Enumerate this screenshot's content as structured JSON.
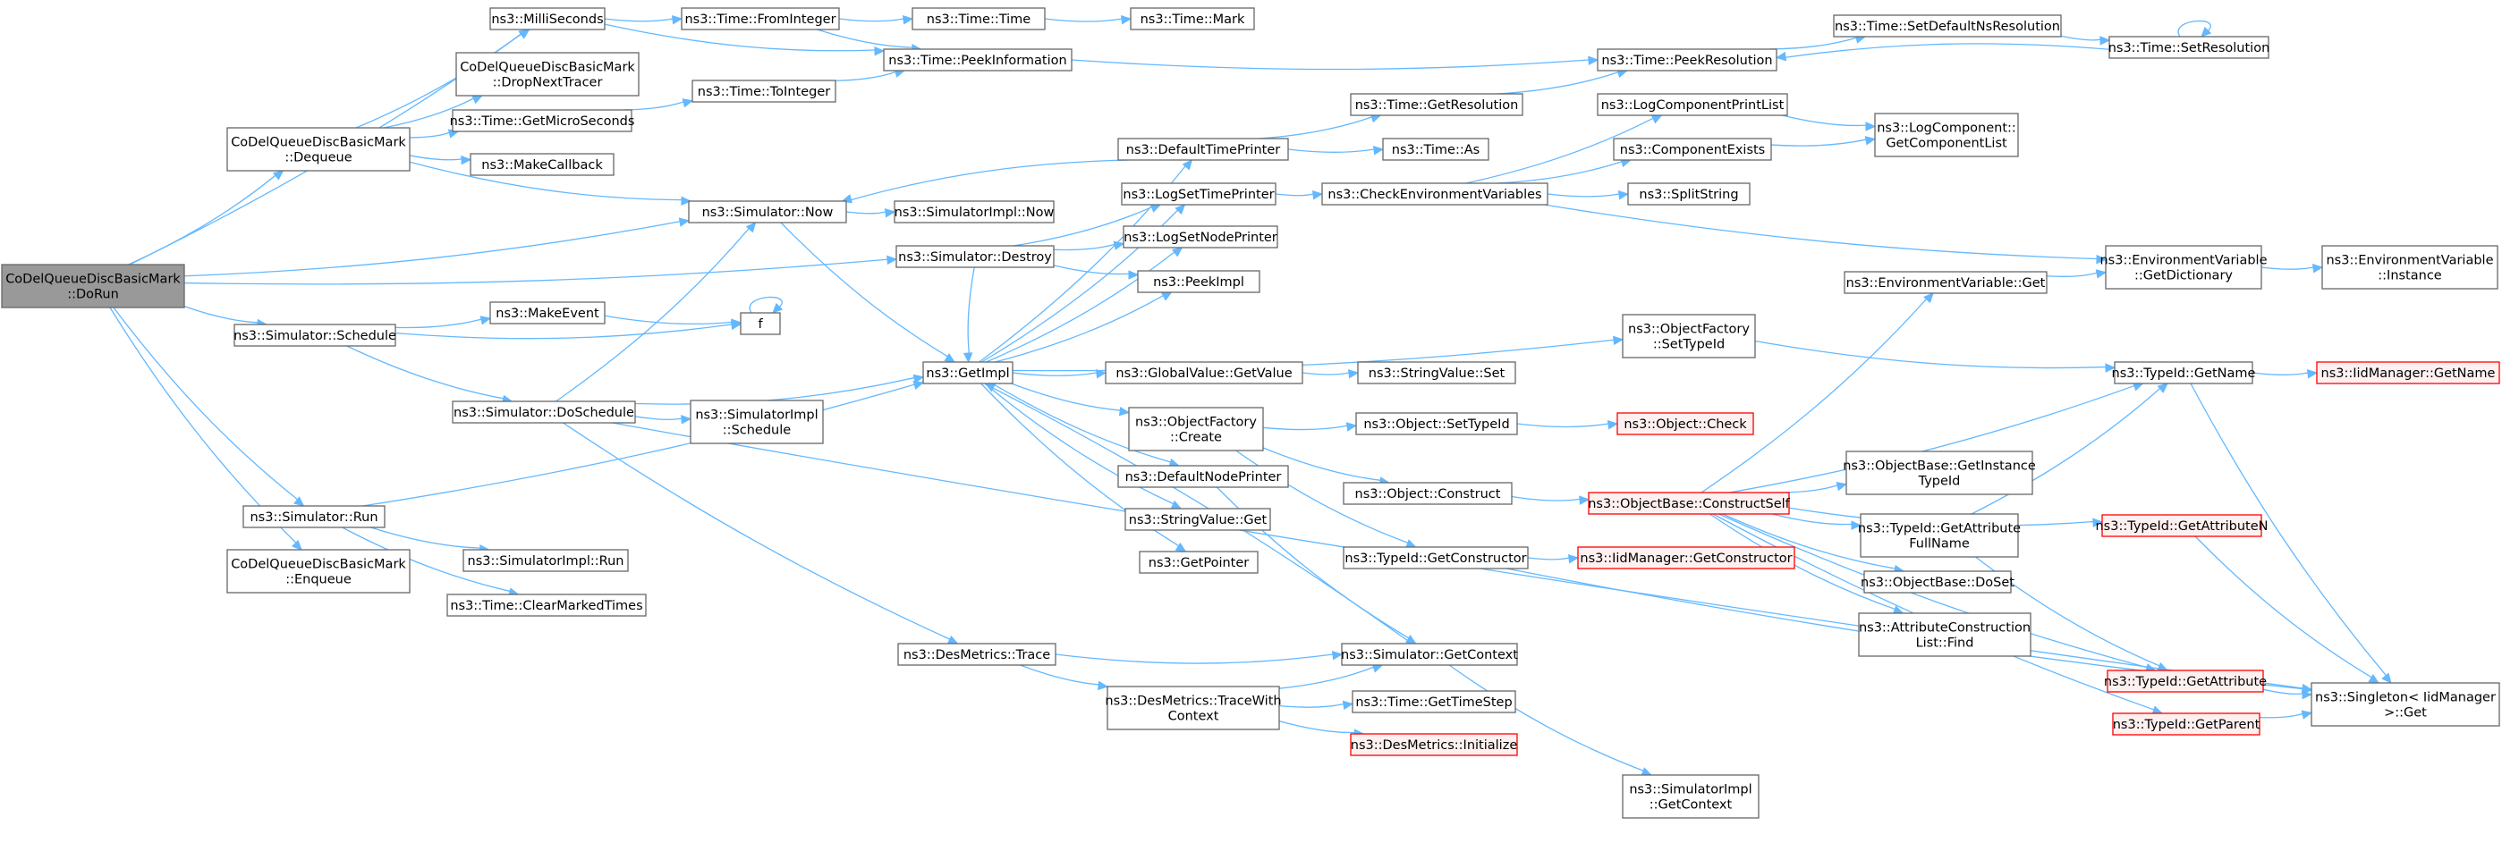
{
  "colors": {
    "edge": "#63b8ff",
    "node_border": "#666666",
    "node_fill": "#ffffff",
    "root_fill": "#999999",
    "root_border": "#666666",
    "truncated_border": "#ff0000",
    "truncated_fill": "#fff0f0"
  },
  "nodes": [
    {
      "id": "n0",
      "lines": [
        "CoDelQueueDiscBasicMark",
        "::DoRun"
      ],
      "style": "root"
    },
    {
      "id": "n1",
      "lines": [
        "ns3::MilliSeconds"
      ]
    },
    {
      "id": "n2",
      "lines": [
        "CoDelQueueDiscBasicMark",
        "::Dequeue"
      ]
    },
    {
      "id": "n3",
      "lines": [
        "ns3::Simulator::Now"
      ]
    },
    {
      "id": "n4",
      "lines": [
        "ns3::Simulator::Destroy"
      ]
    },
    {
      "id": "n5",
      "lines": [
        "ns3::Simulator::Schedule"
      ]
    },
    {
      "id": "n6",
      "lines": [
        "ns3::Simulator::Run"
      ]
    },
    {
      "id": "n7",
      "lines": [
        "CoDelQueueDiscBasicMark",
        "::Enqueue"
      ]
    },
    {
      "id": "n8",
      "lines": [
        "ns3::Time::FromInteger"
      ]
    },
    {
      "id": "n9",
      "lines": [
        "CoDelQueueDiscBasicMark",
        "::DropNextTracer"
      ]
    },
    {
      "id": "n10",
      "lines": [
        "ns3::Time::GetMicroSeconds"
      ]
    },
    {
      "id": "n11",
      "lines": [
        "ns3::MakeCallback"
      ]
    },
    {
      "id": "n12",
      "lines": [
        "ns3::Time::ToInteger"
      ]
    },
    {
      "id": "n13",
      "lines": [
        "ns3::Time::Time"
      ]
    },
    {
      "id": "n14",
      "lines": [
        "ns3::Time::PeekInformation"
      ]
    },
    {
      "id": "n15",
      "lines": [
        "ns3::Time::Mark"
      ]
    },
    {
      "id": "n16",
      "lines": [
        "ns3::SimulatorImpl::Now"
      ]
    },
    {
      "id": "n17",
      "lines": [
        "ns3::GetImpl"
      ]
    },
    {
      "id": "n18",
      "lines": [
        "ns3::MakeEvent"
      ]
    },
    {
      "id": "n19",
      "lines": [
        "f"
      ]
    },
    {
      "id": "n20",
      "lines": [
        "ns3::Simulator::DoSchedule"
      ]
    },
    {
      "id": "n21",
      "lines": [
        "ns3::SimulatorImpl",
        "::Schedule"
      ]
    },
    {
      "id": "n22",
      "lines": [
        "ns3::SimulatorImpl::Run"
      ]
    },
    {
      "id": "n23",
      "lines": [
        "ns3::Time::ClearMarkedTimes"
      ]
    },
    {
      "id": "n24",
      "lines": [
        "ns3::DesMetrics::Trace"
      ]
    },
    {
      "id": "n25",
      "lines": [
        "ns3::DesMetrics::TraceWith",
        "Context"
      ]
    },
    {
      "id": "n26",
      "lines": [
        "ns3::DefaultTimePrinter"
      ]
    },
    {
      "id": "n27",
      "lines": [
        "ns3::LogSetTimePrinter"
      ]
    },
    {
      "id": "n28",
      "lines": [
        "ns3::LogSetNodePrinter"
      ]
    },
    {
      "id": "n29",
      "lines": [
        "ns3::PeekImpl"
      ]
    },
    {
      "id": "n30",
      "lines": [
        "ns3::GlobalValue::GetValue"
      ]
    },
    {
      "id": "n31",
      "lines": [
        "ns3::ObjectFactory",
        "::Create"
      ]
    },
    {
      "id": "n32",
      "lines": [
        "ns3::DefaultNodePrinter"
      ]
    },
    {
      "id": "n33",
      "lines": [
        "ns3::StringValue::Get"
      ]
    },
    {
      "id": "n34",
      "lines": [
        "ns3::GetPointer"
      ]
    },
    {
      "id": "n35",
      "lines": [
        "ns3::Simulator::GetContext"
      ]
    },
    {
      "id": "n36",
      "lines": [
        "ns3::Time::GetTimeStep"
      ]
    },
    {
      "id": "n37",
      "lines": [
        "ns3::DesMetrics::Initialize"
      ],
      "style": "truncated"
    },
    {
      "id": "n38",
      "lines": [
        "ns3::Time::GetResolution"
      ]
    },
    {
      "id": "n39",
      "lines": [
        "ns3::Time::As"
      ]
    },
    {
      "id": "n40",
      "lines": [
        "ns3::CheckEnvironmentVariables"
      ]
    },
    {
      "id": "n41",
      "lines": [
        "ns3::StringValue::Set"
      ]
    },
    {
      "id": "n42",
      "lines": [
        "ns3::Object::SetTypeId"
      ]
    },
    {
      "id": "n43",
      "lines": [
        "ns3::Object::Construct"
      ]
    },
    {
      "id": "n44",
      "lines": [
        "ns3::TypeId::GetConstructor"
      ]
    },
    {
      "id": "n45",
      "lines": [
        "ns3::SimulatorImpl",
        "::GetContext"
      ]
    },
    {
      "id": "n46",
      "lines": [
        "ns3::Time::PeekResolution"
      ]
    },
    {
      "id": "n47",
      "lines": [
        "ns3::LogComponentPrintList"
      ]
    },
    {
      "id": "n48",
      "lines": [
        "ns3::ComponentExists"
      ]
    },
    {
      "id": "n49",
      "lines": [
        "ns3::SplitString"
      ]
    },
    {
      "id": "n50",
      "lines": [
        "ns3::ObjectFactory",
        "::SetTypeId"
      ]
    },
    {
      "id": "n51",
      "lines": [
        "ns3::Object::Check"
      ],
      "style": "truncated"
    },
    {
      "id": "n52",
      "lines": [
        "ns3::ObjectBase::ConstructSelf"
      ],
      "style": "truncated"
    },
    {
      "id": "n53",
      "lines": [
        "ns3::IidManager::GetConstructor"
      ],
      "style": "truncated"
    },
    {
      "id": "n54",
      "lines": [
        "ns3::Time::SetDefaultNsResolution"
      ]
    },
    {
      "id": "n55",
      "lines": [
        "ns3::Time::SetResolution"
      ]
    },
    {
      "id": "n56",
      "lines": [
        "ns3::LogComponent::",
        "GetComponentList"
      ]
    },
    {
      "id": "n57",
      "lines": [
        "ns3::EnvironmentVariable::Get"
      ]
    },
    {
      "id": "n58",
      "lines": [
        "ns3::EnvironmentVariable",
        "::GetDictionary"
      ]
    },
    {
      "id": "n59",
      "lines": [
        "ns3::EnvironmentVariable",
        "::Instance"
      ]
    },
    {
      "id": "n60",
      "lines": [
        "ns3::TypeId::GetName"
      ]
    },
    {
      "id": "n61",
      "lines": [
        "ns3::IidManager::GetName"
      ],
      "style": "truncated"
    },
    {
      "id": "n62",
      "lines": [
        "ns3::ObjectBase::GetInstance",
        "TypeId"
      ]
    },
    {
      "id": "n63",
      "lines": [
        "ns3::TypeId::GetAttribute",
        "FullName"
      ]
    },
    {
      "id": "n64",
      "lines": [
        "ns3::TypeId::GetAttributeN"
      ],
      "style": "truncated"
    },
    {
      "id": "n65",
      "lines": [
        "ns3::ObjectBase::DoSet"
      ]
    },
    {
      "id": "n66",
      "lines": [
        "ns3::AttributeConstruction",
        "List::Find"
      ]
    },
    {
      "id": "n67",
      "lines": [
        "ns3::TypeId::GetAttribute"
      ],
      "style": "truncated"
    },
    {
      "id": "n68",
      "lines": [
        "ns3::TypeId::GetParent"
      ],
      "style": "truncated"
    },
    {
      "id": "n69",
      "lines": [
        "ns3::Singleton< IidManager",
        " >::Get"
      ]
    }
  ],
  "edges": [
    [
      "n0",
      "n1"
    ],
    [
      "n0",
      "n2"
    ],
    [
      "n0",
      "n3"
    ],
    [
      "n0",
      "n4"
    ],
    [
      "n0",
      "n5"
    ],
    [
      "n0",
      "n6"
    ],
    [
      "n0",
      "n7"
    ],
    [
      "n1",
      "n8"
    ],
    [
      "n1",
      "n14"
    ],
    [
      "n8",
      "n13"
    ],
    [
      "n8",
      "n14"
    ],
    [
      "n13",
      "n15"
    ],
    [
      "n14",
      "n46"
    ],
    [
      "n2",
      "n1"
    ],
    [
      "n2",
      "n9"
    ],
    [
      "n2",
      "n10"
    ],
    [
      "n2",
      "n11"
    ],
    [
      "n2",
      "n3"
    ],
    [
      "n10",
      "n12"
    ],
    [
      "n12",
      "n14"
    ],
    [
      "n3",
      "n16"
    ],
    [
      "n3",
      "n17"
    ],
    [
      "n4",
      "n17"
    ],
    [
      "n4",
      "n27"
    ],
    [
      "n4",
      "n28"
    ],
    [
      "n4",
      "n29"
    ],
    [
      "n5",
      "n18"
    ],
    [
      "n5",
      "n19"
    ],
    [
      "n5",
      "n20"
    ],
    [
      "n18",
      "n19"
    ],
    [
      "n19",
      "n19"
    ],
    [
      "n20",
      "n3"
    ],
    [
      "n20",
      "n17"
    ],
    [
      "n20",
      "n21"
    ],
    [
      "n20",
      "n24"
    ],
    [
      "n20",
      "n69"
    ],
    [
      "n6",
      "n17"
    ],
    [
      "n6",
      "n22"
    ],
    [
      "n6",
      "n23"
    ],
    [
      "n17",
      "n26"
    ],
    [
      "n17",
      "n27"
    ],
    [
      "n17",
      "n28"
    ],
    [
      "n17",
      "n29"
    ],
    [
      "n17",
      "n30"
    ],
    [
      "n17",
      "n31"
    ],
    [
      "n17",
      "n32"
    ],
    [
      "n17",
      "n33"
    ],
    [
      "n17",
      "n34"
    ],
    [
      "n17",
      "n50"
    ],
    [
      "n26",
      "n3"
    ],
    [
      "n26",
      "n38"
    ],
    [
      "n26",
      "n39"
    ],
    [
      "n38",
      "n46"
    ],
    [
      "n27",
      "n40"
    ],
    [
      "n40",
      "n47"
    ],
    [
      "n40",
      "n48"
    ],
    [
      "n40",
      "n49"
    ],
    [
      "n40",
      "n58"
    ],
    [
      "n47",
      "n56"
    ],
    [
      "n48",
      "n56"
    ],
    [
      "n30",
      "n41"
    ],
    [
      "n31",
      "n42"
    ],
    [
      "n31",
      "n43"
    ],
    [
      "n31",
      "n44"
    ],
    [
      "n42",
      "n51"
    ],
    [
      "n43",
      "n52"
    ],
    [
      "n44",
      "n53"
    ],
    [
      "n44",
      "n69"
    ],
    [
      "n32",
      "n35"
    ],
    [
      "n24",
      "n25"
    ],
    [
      "n24",
      "n35"
    ],
    [
      "n25",
      "n35"
    ],
    [
      "n25",
      "n36"
    ],
    [
      "n25",
      "n37"
    ],
    [
      "n35",
      "n17"
    ],
    [
      "n35",
      "n45"
    ],
    [
      "n46",
      "n54"
    ],
    [
      "n54",
      "n55"
    ],
    [
      "n55",
      "n46"
    ],
    [
      "n55",
      "n55"
    ],
    [
      "n50",
      "n60"
    ],
    [
      "n57",
      "n58"
    ],
    [
      "n58",
      "n59"
    ],
    [
      "n60",
      "n61"
    ],
    [
      "n60",
      "n69"
    ],
    [
      "n52",
      "n57"
    ],
    [
      "n52",
      "n60"
    ],
    [
      "n52",
      "n62"
    ],
    [
      "n52",
      "n63"
    ],
    [
      "n52",
      "n64"
    ],
    [
      "n52",
      "n65"
    ],
    [
      "n52",
      "n66"
    ],
    [
      "n52",
      "n67"
    ],
    [
      "n52",
      "n68"
    ],
    [
      "n63",
      "n60"
    ],
    [
      "n63",
      "n67"
    ],
    [
      "n64",
      "n69"
    ],
    [
      "n67",
      "n69"
    ],
    [
      "n68",
      "n69"
    ]
  ]
}
